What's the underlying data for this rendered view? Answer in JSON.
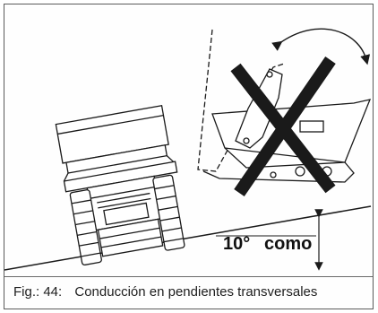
{
  "figure": {
    "label": "Fig.: 44:",
    "caption": "Conducción en pendientes transversales",
    "angle_value": "10°",
    "angle_word": "como"
  },
  "icons": {
    "prohibited": "cross-out-x-icon",
    "rotation": "curved-double-arrow-icon",
    "dimension": "vertical-double-arrow-icon"
  },
  "colors": {
    "line": "#1a1a1a",
    "cross": "#1a1a1a",
    "background": "#ffffff"
  }
}
